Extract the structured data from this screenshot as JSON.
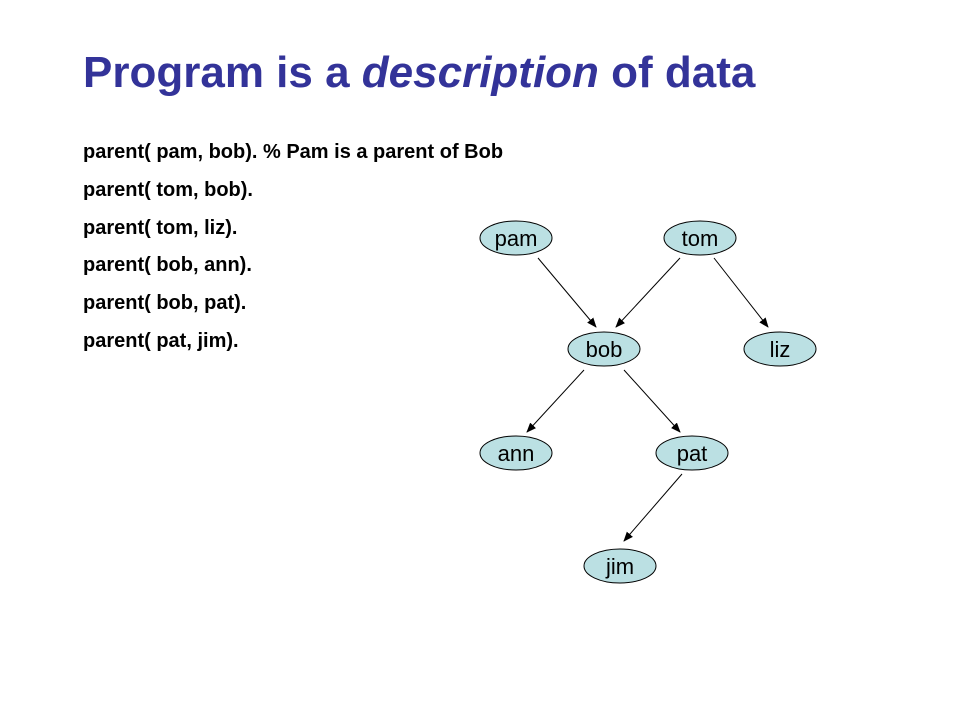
{
  "slide": {
    "title_pre": "Program is a ",
    "title_em": "description",
    "title_post": " of data"
  },
  "facts": [
    "parent( pam, bob). % Pam is a parent of Bob",
    "parent( tom, bob).",
    "parent( tom, liz).",
    "parent( bob, ann).",
    "parent( bob, pat).",
    "parent( pat, jim)."
  ],
  "tree": {
    "node_fill": "#bbe0e3",
    "nodes": [
      {
        "id": "pam",
        "label": "pam"
      },
      {
        "id": "tom",
        "label": "tom"
      },
      {
        "id": "bob",
        "label": "bob"
      },
      {
        "id": "liz",
        "label": "liz"
      },
      {
        "id": "ann",
        "label": "ann"
      },
      {
        "id": "pat",
        "label": "pat"
      },
      {
        "id": "jim",
        "label": "jim"
      }
    ],
    "edges": [
      {
        "from": "pam",
        "to": "bob"
      },
      {
        "from": "tom",
        "to": "bob"
      },
      {
        "from": "tom",
        "to": "liz"
      },
      {
        "from": "bob",
        "to": "ann"
      },
      {
        "from": "bob",
        "to": "pat"
      },
      {
        "from": "pat",
        "to": "jim"
      }
    ]
  }
}
